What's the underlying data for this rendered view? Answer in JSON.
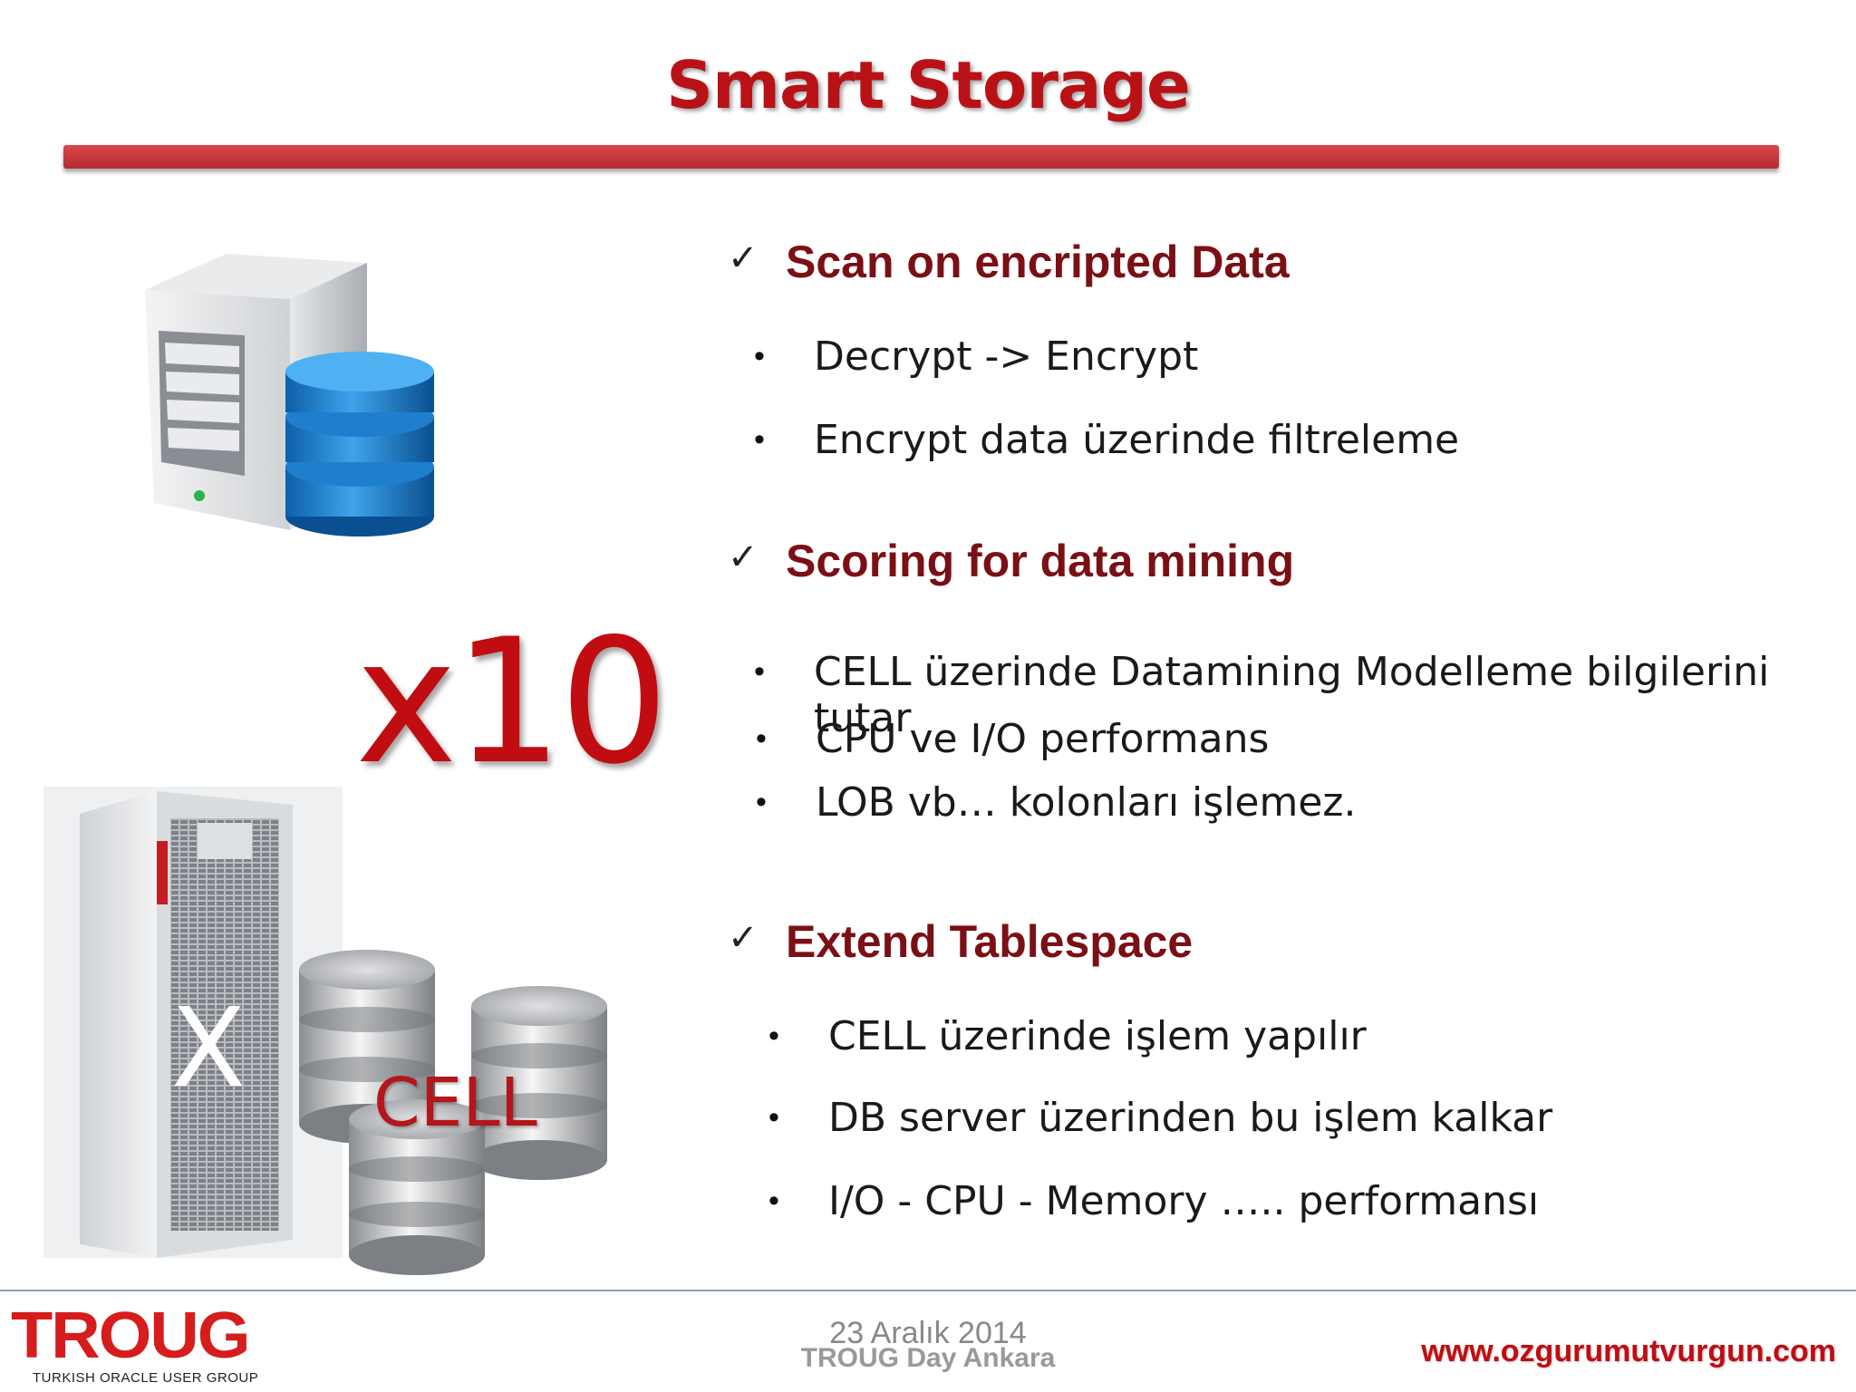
{
  "slide": {
    "title": "Smart Storage"
  },
  "sections": [
    {
      "heading": "Scan on encripted Data",
      "bullets": [
        "Decrypt -> Encrypt",
        "Encrypt data üzerinde filtreleme"
      ]
    },
    {
      "heading": "Scoring for data mining",
      "bullets": [
        "CELL üzerinde Datamining Modelleme bilgilerini tutar",
        "CPU ve I/O performans",
        "LOB vb…  kolonları işlemez."
      ]
    },
    {
      "heading": "Extend Tablespace",
      "bullets": [
        "CELL üzerinde işlem yapılır",
        "DB server üzerinden bu işlem kalkar",
        "I/O - CPU - Memory ….. performansı"
      ]
    }
  ],
  "check_glyph": "✓",
  "bullet_glyph": "•",
  "illustration": {
    "multiplier": "x10",
    "cell_label": "CELL",
    "rack_letter": "X",
    "icons": [
      "server-database-icon",
      "storage-rack-icon",
      "disk-stack-icon"
    ]
  },
  "footer": {
    "logo": "TROUG",
    "logo_sub": "TURKISH ORACLE USER GROUP",
    "date": "23 Aralık  2014",
    "event": "TROUG Day  Ankara",
    "website": "www.ozgurumutvurgun.com"
  },
  "colors": {
    "title": "#b81216",
    "heading": "#7a1015",
    "accent": "#c10c12"
  }
}
